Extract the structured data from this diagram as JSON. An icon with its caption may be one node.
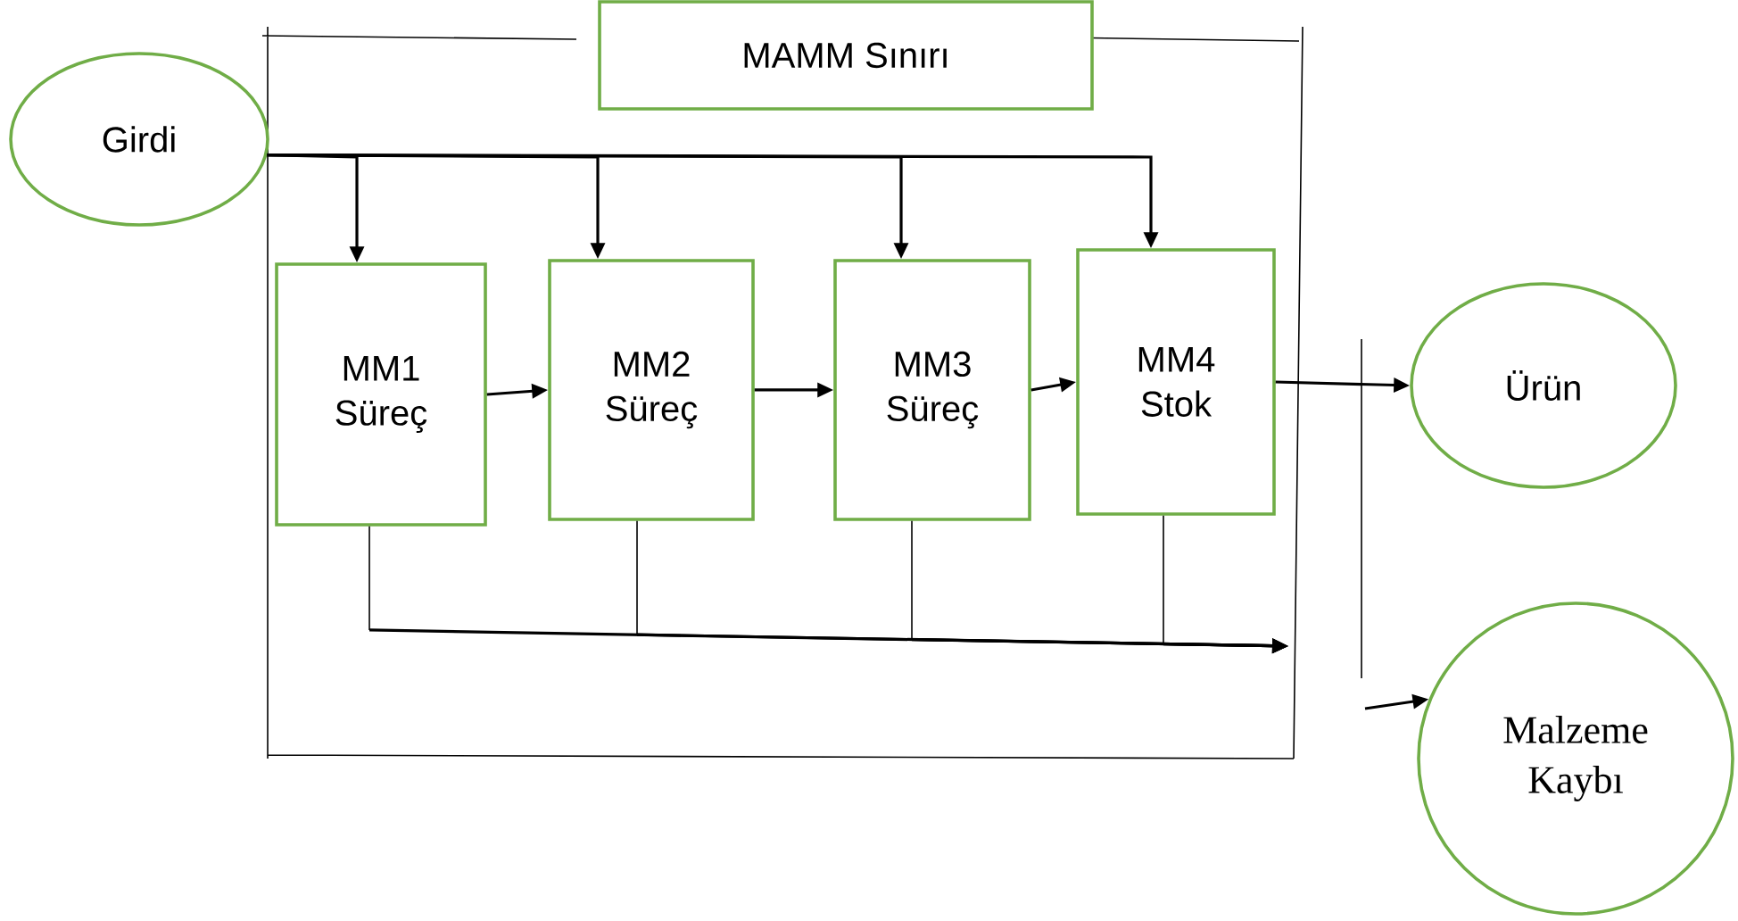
{
  "diagram": {
    "nodes": [
      {
        "text": [
          "MAMM Sınırı"
        ]
      },
      {
        "text": [
          "Girdi"
        ]
      },
      {
        "text": [
          "MM1 Süreç"
        ]
      },
      {
        "text": [
          "MM2 Süreç"
        ]
      },
      {
        "text": [
          "MM3 Süreç"
        ]
      },
      {
        "text": [
          "MM4 Stok"
        ]
      },
      {
        "text": [
          "Ürün"
        ]
      },
      {
        "text": [
          "Malzeme Kaybı"
        ]
      }
    ],
    "edges": [
      {
        "from": 1,
        "to": 2,
        "arrow": "to"
      },
      {
        "from": 1,
        "to": 3,
        "arrow": "to"
      },
      {
        "from": 1,
        "to": 4,
        "arrow": "to"
      },
      {
        "from": 1,
        "to": 5,
        "arrow": "to"
      },
      {
        "from": 2,
        "to": 3,
        "arrow": "to"
      },
      {
        "from": 3,
        "to": 4,
        "arrow": "to"
      },
      {
        "from": 4,
        "to": 5,
        "arrow": "to"
      },
      {
        "from": 5,
        "to": 6,
        "arrow": "to"
      },
      {
        "from": 2,
        "to": null,
        "arrow": "to"
      },
      {
        "from": 3,
        "to": null,
        "arrow": "to"
      },
      {
        "from": 4,
        "to": null,
        "arrow": "to"
      },
      {
        "from": 5,
        "to": null,
        "arrow": "to"
      },
      {
        "from": null,
        "to": 7,
        "arrow": "to"
      }
    ]
  }
}
